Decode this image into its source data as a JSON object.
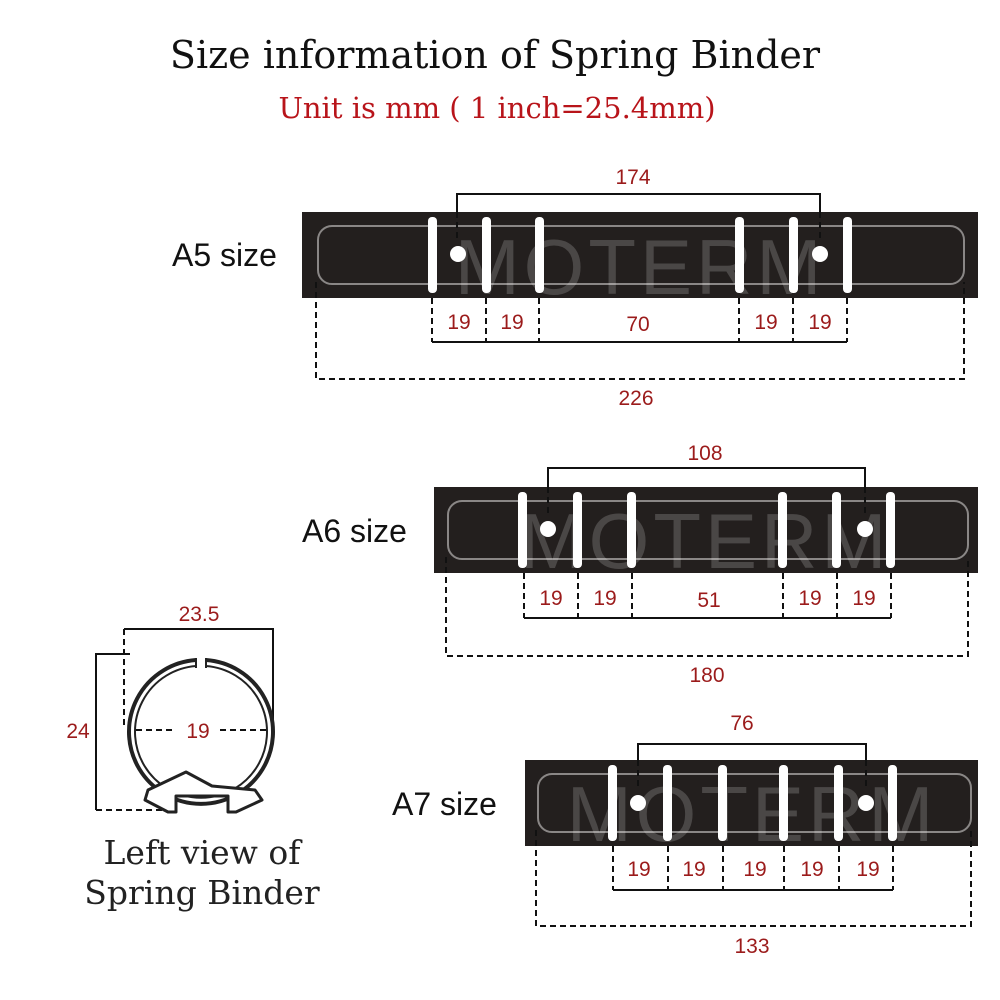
{
  "title": "Size information of Spring Binder",
  "subtitle": "Unit is mm ( 1 inch=25.4mm)",
  "accent_color": "#9b1b1b",
  "watermark": "MOTERM",
  "binders": {
    "a5": {
      "label": "A5 size",
      "top": "174",
      "segments": [
        "19",
        "19",
        "70",
        "19",
        "19"
      ],
      "total": "226"
    },
    "a6": {
      "label": "A6 size",
      "top": "108",
      "segments": [
        "19",
        "19",
        "51",
        "19",
        "19"
      ],
      "total": "180"
    },
    "a7": {
      "label": "A7 size",
      "top": "76",
      "segments": [
        "19",
        "19",
        "19",
        "19",
        "19"
      ],
      "total": "133"
    }
  },
  "side_view": {
    "caption_line1": "Left view of",
    "caption_line2": "Spring Binder",
    "width": "23.5",
    "height": "24",
    "inner": "19"
  }
}
